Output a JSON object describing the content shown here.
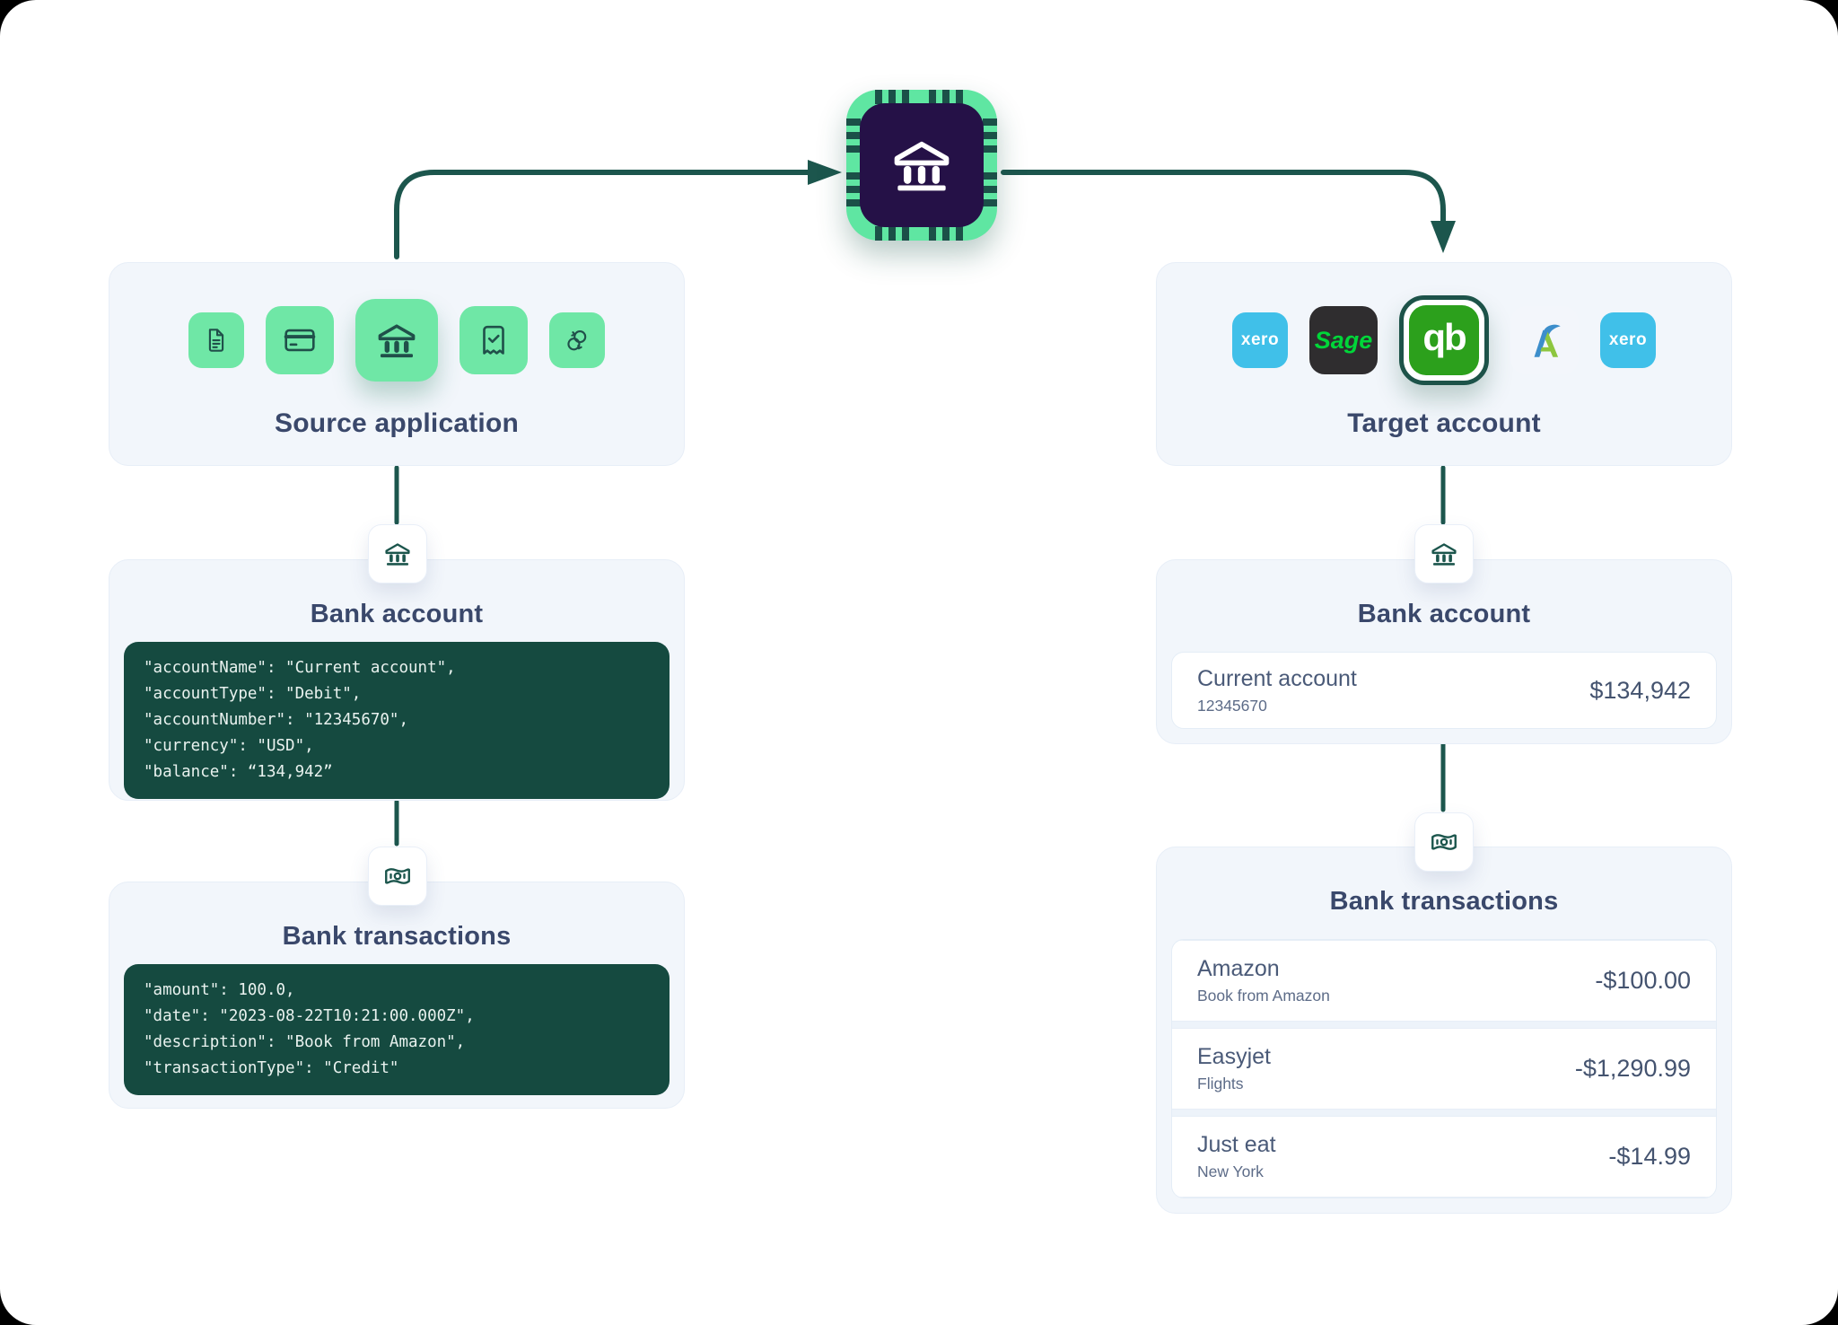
{
  "colors": {
    "accent_green": "#6fe7a6",
    "wire_teal": "#1c564d",
    "code_bg": "#154a40",
    "card_bg": "#f2f6fb",
    "chip_inner_purple": "#251147",
    "qb_green": "#2ca01c",
    "xero_blue": "#40c0e9",
    "sage_dark": "#2f2d2f",
    "sage_green": "#00d639",
    "title_navy": "#3a486b"
  },
  "hub": {
    "icon": "chip-bank-icon"
  },
  "source_card": {
    "title": "Source application",
    "icons": [
      "file-document-icon",
      "credit-card-icon",
      "bank-icon",
      "receipt-check-icon",
      "currency-sync-icon"
    ]
  },
  "target_card": {
    "title": "Target account",
    "apps": [
      {
        "name": "xero",
        "label": "xero"
      },
      {
        "name": "sage",
        "label": "Sage"
      },
      {
        "name": "quickbooks",
        "label": "qb"
      },
      {
        "name": "freeagent",
        "label": ""
      },
      {
        "name": "xero",
        "label": "xero"
      }
    ]
  },
  "left_bank_account": {
    "title": "Bank account",
    "code": [
      "\"accountName\": \"Current account\",",
      "\"accountType\": \"Debit\",",
      "\"accountNumber\": \"12345670\",",
      "\"currency\": \"USD\",",
      "\"balance\": “134,942”"
    ]
  },
  "left_bank_transactions": {
    "title": "Bank transactions",
    "code": [
      "\"amount\": 100.0,",
      "\"date\": \"2023-08-22T10:21:00.000Z\",",
      "\"description\": \"Book from Amazon\",",
      "\"transactionType\": \"Credit\""
    ]
  },
  "right_bank_account": {
    "title": "Bank account",
    "account_name": "Current account",
    "account_number": "12345670",
    "balance": "$134,942"
  },
  "right_bank_transactions": {
    "title": "Bank transactions",
    "rows": [
      {
        "name": "Amazon",
        "description": "Book from Amazon",
        "amount": "-$100.00"
      },
      {
        "name": "Easyjet",
        "description": "Flights",
        "amount": "-$1,290.99"
      },
      {
        "name": "Just eat",
        "description": "New York",
        "amount": "-$14.99"
      }
    ]
  }
}
